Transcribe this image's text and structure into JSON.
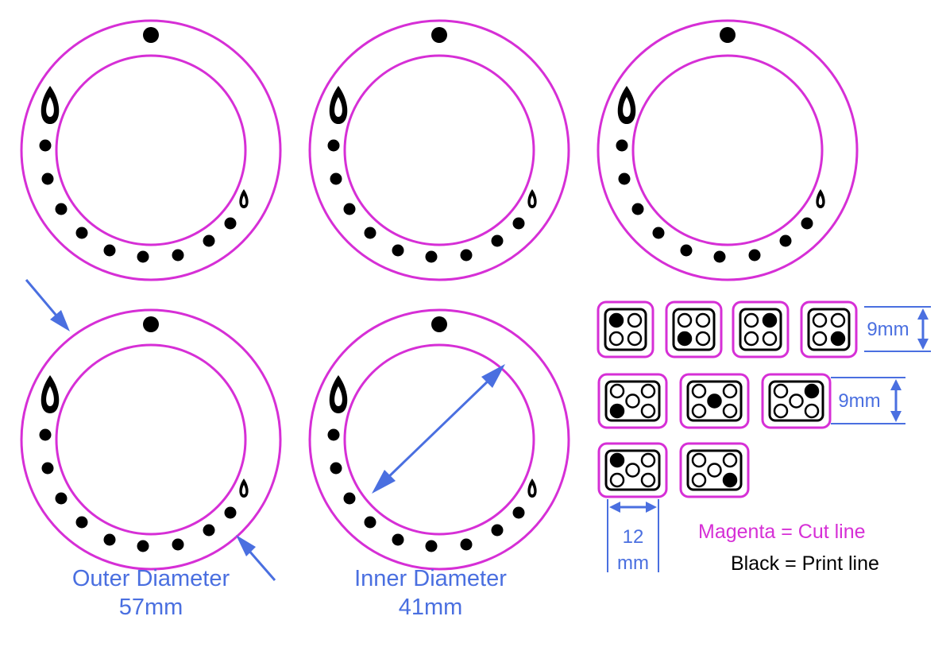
{
  "colors": {
    "cut": "#d62fd6",
    "print": "#000000",
    "annotation": "#4a6fe0"
  },
  "dials": {
    "count": 5,
    "inner_dot_count": 9
  },
  "dice": {
    "four_hole_count": 4,
    "five_hole_count": 5
  },
  "labels": {
    "outer_diameter_title": "Outer Diameter",
    "outer_diameter_value": "57mm",
    "inner_diameter_title": "Inner Diameter",
    "inner_diameter_value": "41mm",
    "dim_height_1": "9mm",
    "dim_height_2": "9mm",
    "dim_width_value": "12",
    "dim_width_unit": "mm",
    "legend_cut": "Magenta = Cut line",
    "legend_print": "Black = Print line"
  }
}
